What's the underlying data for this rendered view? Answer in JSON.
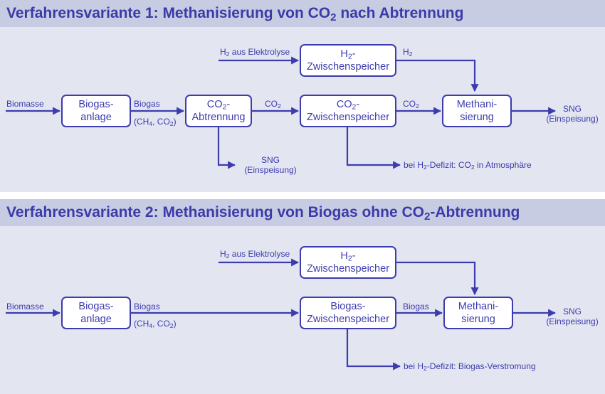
{
  "variant1": {
    "title_a": "Verfahrensvariante 1: Methanisierung von CO",
    "title_sub": "2",
    "title_b": " nach Abtrennung",
    "h2_input": {
      "a": "H",
      "sub": "2",
      "b": " aus Elektrolyse"
    },
    "h2_storage": {
      "l1a": "H",
      "l1sub": "2",
      "l1b": "-",
      "l2": "Zwischenspeicher"
    },
    "h2_out": {
      "a": "H",
      "sub": "2"
    },
    "biomass": "Biomasse",
    "biogas_plant": {
      "l1": "Biogas-",
      "l2": "anlage"
    },
    "biogas": {
      "l1": "Biogas",
      "l2a": "(CH",
      "l2sub1": "4",
      "l2b": ", CO",
      "l2sub2": "2",
      "l2c": ")"
    },
    "co2_separation": {
      "l1a": "CO",
      "l1sub": "2",
      "l1b": "-",
      "l2": "Abtrennung"
    },
    "co2_a": {
      "a": "CO",
      "sub": "2"
    },
    "co2_storage": {
      "l1a": "CO",
      "l1sub": "2",
      "l1b": "-",
      "l2": "Zwischenspeicher"
    },
    "co2_b": {
      "a": "CO",
      "sub": "2"
    },
    "methanation": {
      "l1": "Methani-",
      "l2": "sierung"
    },
    "sng_out": {
      "l1": "SNG",
      "l2": "(Einspeisung)"
    },
    "sng_branch": {
      "l1": "SNG",
      "l2": "(Einspeisung)"
    },
    "deficit": {
      "a": "bei H",
      "sub1": "2",
      "b": "-Defizit: CO",
      "sub2": "2",
      "c": " in Atmosphäre"
    }
  },
  "variant2": {
    "title_a": "Verfahrensvariante 2: Methanisierung von Biogas ohne CO",
    "title_sub": "2",
    "title_b": "-Abtrennung",
    "h2_input": {
      "a": "H",
      "sub": "2",
      "b": " aus Elektrolyse"
    },
    "h2_storage": {
      "l1a": "H",
      "l1sub": "2",
      "l1b": "-",
      "l2": "Zwischenspeicher"
    },
    "biomass": "Biomasse",
    "biogas_plant": {
      "l1": "Biogas-",
      "l2": "anlage"
    },
    "biogas": {
      "l1": "Biogas",
      "l2a": "(CH",
      "l2sub1": "4",
      "l2b": ", CO",
      "l2sub2": "2",
      "l2c": ")"
    },
    "biogas_storage": {
      "l1": "Biogas-",
      "l2": "Zwischenspeicher"
    },
    "biogas_out": "Biogas",
    "methanation": {
      "l1": "Methani-",
      "l2": "sierung"
    },
    "sng_out": {
      "l1": "SNG",
      "l2": "(Einspeisung)"
    },
    "deficit": {
      "a": "bei H",
      "sub1": "2",
      "b": "-Defizit: Biogas-Verstromung"
    }
  },
  "colors": {
    "line": "#3c3cae",
    "panel": "#e3e5f1",
    "header": "#c8cce3"
  }
}
